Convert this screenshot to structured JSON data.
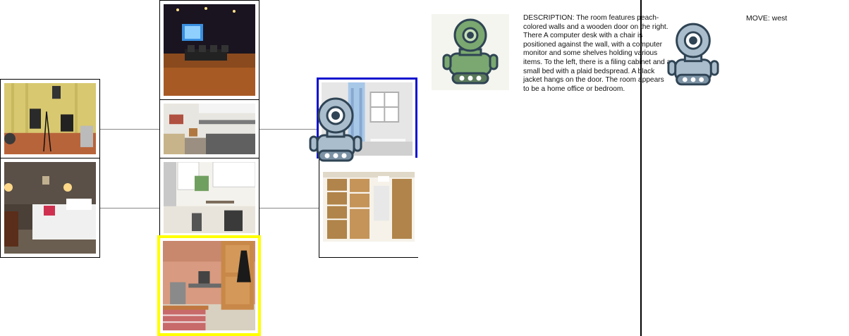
{
  "panel": {
    "description": "DESCRIPTION: The room features peach-colored walls and a wooden door on the right. There A computer desk with a chair is positioned against the wall, with a computer monitor and some shelves holding various items. To the left, there is a filing cabinet and a small bed with a plaid bedspread. A black jacket hangs on the door. The room appears to be a home office or bedroom.",
    "move": "MOVE: west"
  },
  "rooms": [
    {
      "id": "home-theater",
      "icon": "home-theater-photo"
    },
    {
      "id": "music-studio",
      "icon": "music-studio-photo"
    },
    {
      "id": "kitchen-upper",
      "icon": "kitchen-photo"
    },
    {
      "id": "bathroom",
      "icon": "bathroom-photo"
    },
    {
      "id": "hotel-bedroom",
      "icon": "bedroom-photo"
    },
    {
      "id": "kitchen-lower",
      "icon": "kitchen-photo"
    },
    {
      "id": "closet",
      "icon": "closet-photo"
    },
    {
      "id": "home-office",
      "icon": "home-office-photo"
    }
  ],
  "colors": {
    "current_highlight": "#1010d0",
    "target_highlight": "#ffff00",
    "edge": "#888888"
  }
}
